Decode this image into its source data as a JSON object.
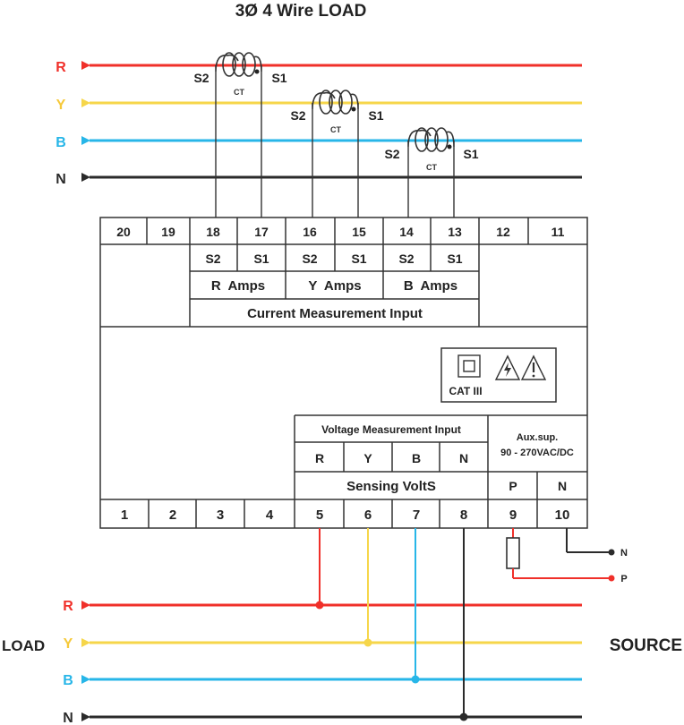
{
  "title": "3Ø 4 Wire LOAD",
  "colors": {
    "r": "#f0302a",
    "y": "#f6d64a",
    "b": "#27b6e8",
    "n": "#2b2b2b",
    "frame": "#333333"
  },
  "top_phases": [
    {
      "label": "R",
      "color": "#f0302a"
    },
    {
      "label": "Y",
      "color": "#f6d64a"
    },
    {
      "label": "B",
      "color": "#27b6e8"
    },
    {
      "label": "N",
      "color": "#2b2b2b"
    }
  ],
  "ct": {
    "label": "CT",
    "s1": "S1",
    "s2": "S2"
  },
  "top_terminals": [
    "20",
    "19",
    "18",
    "17",
    "16",
    "15",
    "14",
    "13",
    "12",
    "11"
  ],
  "ct_terminal_labels": [
    "S2",
    "S1",
    "S2",
    "S1",
    "S2",
    "S1"
  ],
  "amps_labels": [
    "R  Amps",
    "Y  Amps",
    "B  Amps"
  ],
  "current_input_label": "Current Measurement Input",
  "cat_label": "CAT III",
  "voltage_input_label": "Voltage Measurement Input",
  "voltage_terminal_labels": [
    "R",
    "Y",
    "B",
    "N"
  ],
  "sensing_label": "Sensing VoltS",
  "aux": {
    "line1": "Aux.sup.",
    "line2": "90 - 270VAC/DC",
    "p": "P",
    "n": "N"
  },
  "bottom_terminals": [
    "1",
    "2",
    "3",
    "4",
    "5",
    "6",
    "7",
    "8",
    "9",
    "10"
  ],
  "aux_out": {
    "n": "N",
    "p": "P"
  },
  "bottom_phases": [
    {
      "label": "R",
      "color": "#f0302a"
    },
    {
      "label": "Y",
      "color": "#f6d64a"
    },
    {
      "label": "B",
      "color": "#27b6e8"
    },
    {
      "label": "N",
      "color": "#2b2b2b"
    }
  ],
  "load_label": "LOAD",
  "source_label": "SOURCE"
}
